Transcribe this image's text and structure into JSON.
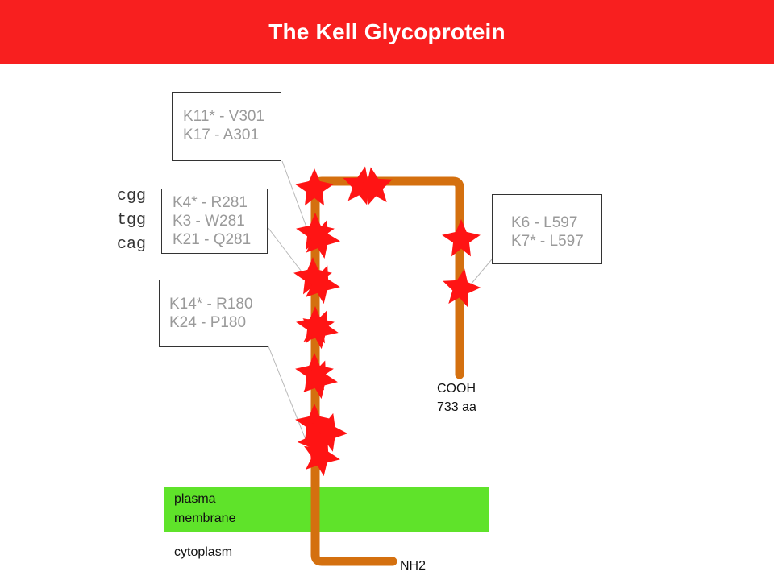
{
  "header": {
    "title": "The Kell Glycoprotein"
  },
  "boxes": [
    {
      "name": "box-v301",
      "lines": [
        "K11* - V301",
        "K17 - A301"
      ]
    },
    {
      "name": "box-r281",
      "lines": [
        "K4* - R281",
        "K3 - W281",
        "K21 - Q281"
      ]
    },
    {
      "name": "box-r180",
      "lines": [
        "K14* - R180",
        "K24 - P180"
      ]
    },
    {
      "name": "box-l597",
      "lines": [
        "K6 - L597",
        "K7* - L597"
      ]
    }
  ],
  "codons": [
    "cgg",
    "tgg",
    "cag"
  ],
  "labels": {
    "cooh": "COOH",
    "length": "733 aa",
    "membrane_line1": "plasma",
    "membrane_line2": "membrane",
    "cytoplasm": "cytoplasm",
    "nh2": "NH2"
  },
  "colors": {
    "header": "#f81f1f",
    "chain": "#d4700f",
    "membrane": "#5fe32a",
    "star": "#ff1414"
  }
}
